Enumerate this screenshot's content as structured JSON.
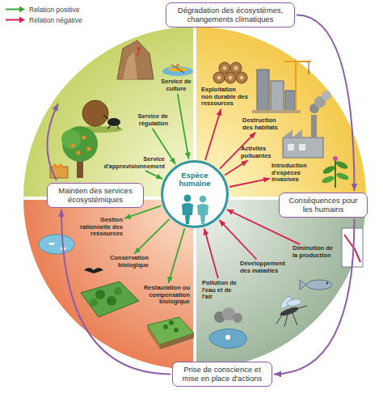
{
  "diagram": {
    "nodes": [
      {
        "text": [
          "Dégradation des écosystèmes, changements climatiques"
        ]
      },
      {
        "text": [
          "Exploitation non durable des ressources"
        ]
      },
      {
        "text": [
          "Destruction des habitats"
        ]
      },
      {
        "text": [
          "Activités polluantes"
        ]
      },
      {
        "text": [
          "Introduction d'espèces invasives"
        ]
      },
      {
        "text": [
          "Conséquences pour les humains"
        ]
      },
      {
        "text": [
          "Diminution de la production"
        ]
      },
      {
        "text": [
          "Développement des maladies"
        ]
      },
      {
        "text": [
          "Pollution de l'eau et de l'air"
        ]
      },
      {
        "text": [
          "Prise de conscience et mise en place d'actions"
        ]
      },
      {
        "text": [
          "Restauration ou compensation biologique"
        ]
      },
      {
        "text": [
          "Conservation biologique"
        ]
      },
      {
        "text": [
          "Gestion rationnelle des ressources"
        ]
      },
      {
        "text": [
          "Maintien des services écosystémiques"
        ]
      },
      {
        "text": [
          "Service d'approvisionnement"
        ]
      },
      {
        "text": [
          "Service de régulation"
        ]
      },
      {
        "text": [
          "Service de culture"
        ]
      },
      {
        "text": [
          "Espèce humaine"
        ]
      }
    ],
    "edges": [
      {
        "from": 0,
        "to": 5,
        "arrow": "to"
      },
      {
        "from": 5,
        "to": 9,
        "arrow": "to"
      },
      {
        "from": 9,
        "to": 13,
        "arrow": "to"
      },
      {
        "from": 16,
        "to": 17,
        "arrow": "to"
      },
      {
        "from": 15,
        "to": 17,
        "arrow": "to"
      },
      {
        "from": 14,
        "to": 17,
        "arrow": "to"
      },
      {
        "from": 17,
        "to": 1,
        "arrow": "to"
      },
      {
        "from": 17,
        "to": 2,
        "arrow": "to"
      },
      {
        "from": 17,
        "to": 3,
        "arrow": "to"
      },
      {
        "from": 17,
        "to": 4,
        "arrow": "to"
      },
      {
        "from": 6,
        "to": 17,
        "arrow": "to"
      },
      {
        "from": 7,
        "to": 17,
        "arrow": "to"
      },
      {
        "from": 8,
        "to": 17,
        "arrow": "to"
      },
      {
        "from": 17,
        "to": 10,
        "arrow": "to"
      },
      {
        "from": 17,
        "to": 11,
        "arrow": "to"
      },
      {
        "from": 17,
        "to": 12,
        "arrow": "to"
      }
    ],
    "legend": [
      {
        "text": "Relation positive"
      },
      {
        "text": "Relation négative"
      }
    ]
  }
}
